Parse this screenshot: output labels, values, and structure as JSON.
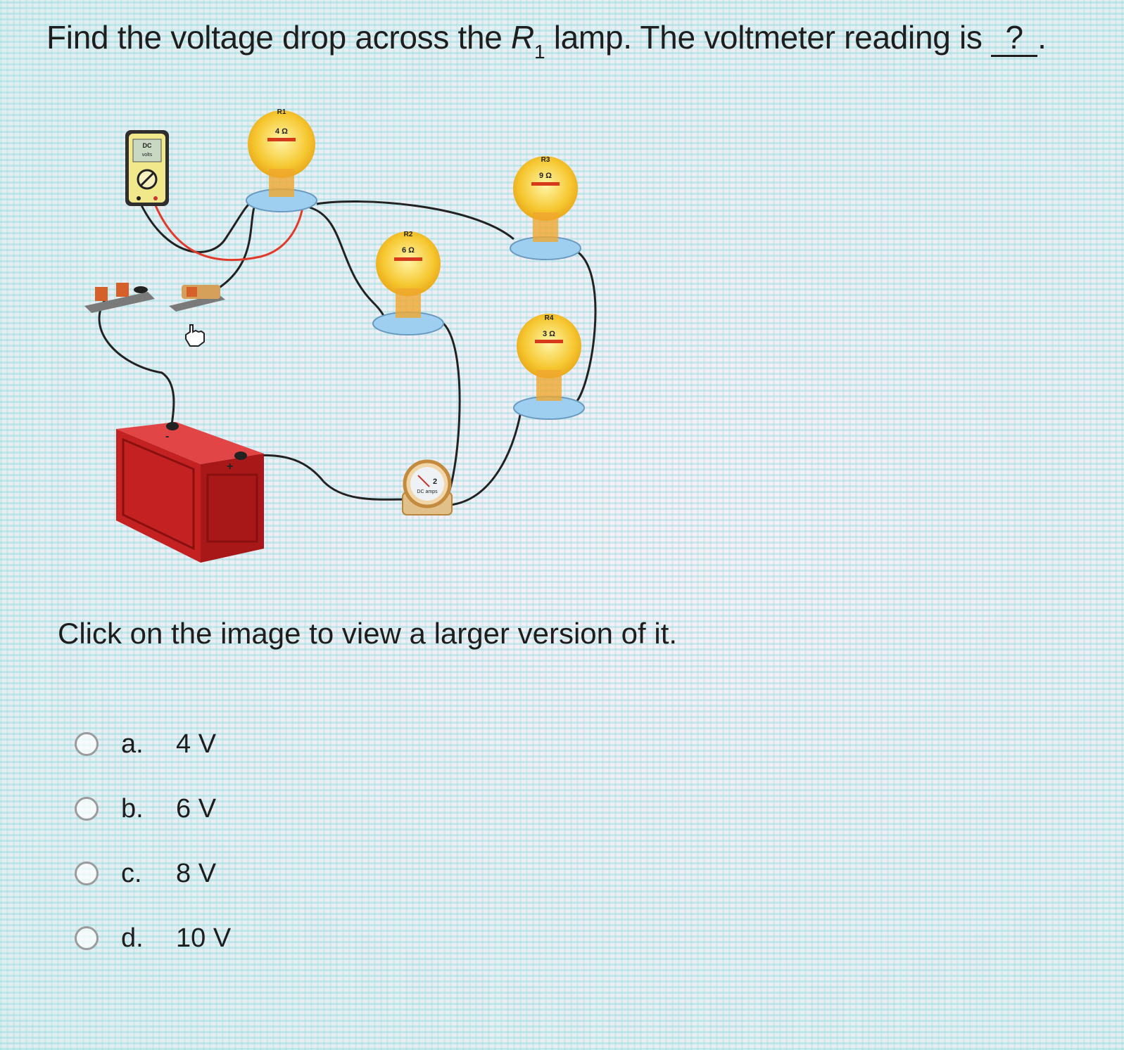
{
  "question": {
    "text_before": "Find the voltage drop across the ",
    "variable": "R",
    "subscript": "1",
    "text_after": " lamp. The voltmeter reading is ",
    "blank": "?",
    "end": "."
  },
  "circuit": {
    "voltmeter_label_top": "DC",
    "voltmeter_label_bottom": "volts",
    "ammeter_label": "DC amps",
    "ammeter_reading": "2",
    "lamps": [
      {
        "name": "R1",
        "rating": "4 Ω"
      },
      {
        "name": "R2",
        "rating": "6 Ω"
      },
      {
        "name": "R3",
        "rating": "9 Ω"
      },
      {
        "name": "R4",
        "rating": "3 Ω"
      }
    ],
    "battery_terminals": [
      "-",
      "+"
    ],
    "colors": {
      "battery": "#d42a2a",
      "bulb": "#f4c430",
      "socket": "#8fc4e6",
      "wire": "#222222",
      "probe_wire": "#e23a2a"
    }
  },
  "click_hint": "Click on the image to view a larger version of it.",
  "options": [
    {
      "letter": "a.",
      "value": "4 V"
    },
    {
      "letter": "b.",
      "value": "6 V"
    },
    {
      "letter": "c.",
      "value": "8 V"
    },
    {
      "letter": "d.",
      "value": "10 V"
    }
  ]
}
